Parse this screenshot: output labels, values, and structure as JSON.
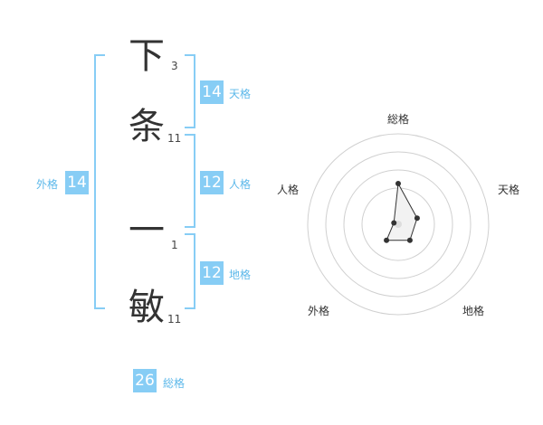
{
  "characters": [
    {
      "char": "下",
      "strokes": "3"
    },
    {
      "char": "条",
      "strokes": "11"
    },
    {
      "char": "一",
      "strokes": "1"
    },
    {
      "char": "敏",
      "strokes": "11"
    }
  ],
  "fortunes": {
    "tenkaku": {
      "value": "14",
      "label": "天格"
    },
    "jinkaku": {
      "value": "12",
      "label": "人格"
    },
    "chikaku": {
      "value": "12",
      "label": "地格"
    },
    "gaikaku": {
      "value": "14",
      "label": "外格"
    },
    "soukaku": {
      "value": "26",
      "label": "総格"
    }
  },
  "radar": {
    "axes": [
      "総格",
      "天格",
      "地格",
      "外格",
      "人格"
    ],
    "values": [
      0.45,
      0.22,
      0.22,
      0.22,
      0.05
    ]
  },
  "colors": {
    "accent": "#87cdf5",
    "label": "#5cb8ea",
    "text": "#333333"
  }
}
